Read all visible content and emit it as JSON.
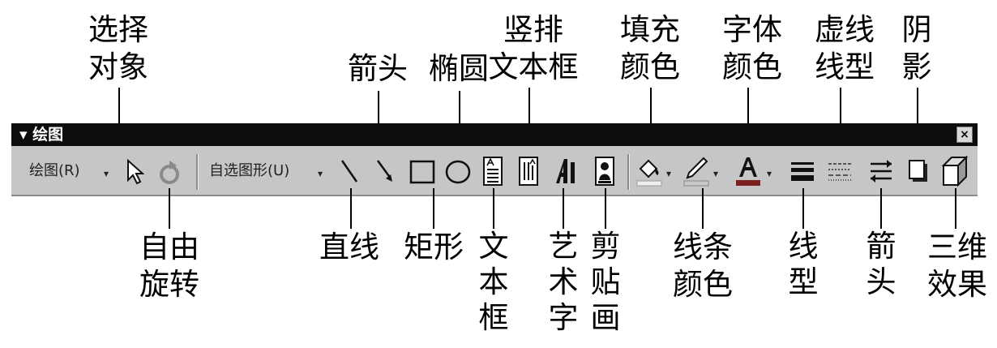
{
  "toolbar": {
    "title": "▾ 绘图",
    "close_icon": "close-icon",
    "draw_menu_label": "绘图(R)",
    "autoshape_menu_label": "自选图形(U)",
    "dropdown_glyph": "▾"
  },
  "callouts": {
    "select_objects": "选择\n对象",
    "free_rotate": "自由\n旋转",
    "line": "直线",
    "arrow_top": "箭头",
    "rectangle": "矩形",
    "ellipse": "椭圆",
    "textbox": "文\n本\n框",
    "vertical_textbox": "竖排\n文本框",
    "wordart": "艺\n术\n字",
    "clipart": "剪\n贴\n画",
    "fill_color": "填充\n颜色",
    "line_color": "线条\n颜色",
    "font_color": "字体\n颜色",
    "line_style": "线\n型",
    "dash_style": "虚线\n线型",
    "arrow_style": "箭\n头",
    "shadow": "阴\n影",
    "three_d": "三维\n效果"
  },
  "colors": {
    "title_bar": "#0d0d0d",
    "toolbar_bg": "#c6c6c6",
    "line_color_swatch": "#c8c8c8",
    "font_color_swatch": "#7a2020"
  }
}
